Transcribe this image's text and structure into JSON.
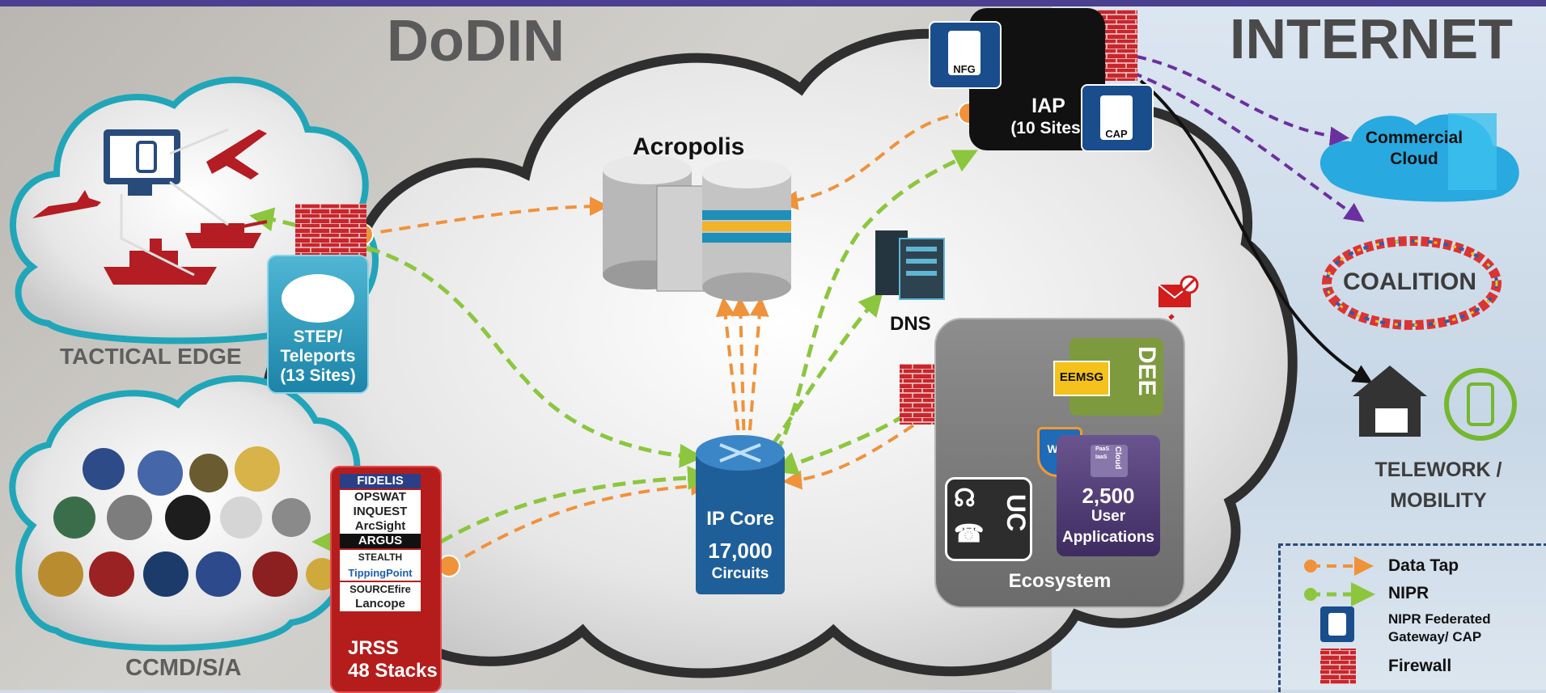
{
  "titles": {
    "dodin": "DoDIN",
    "internet": "INTERNET"
  },
  "nodes": {
    "tactical_edge": "TACTICAL EDGE",
    "ccmd": "CCMD/S/A",
    "step": [
      "STEP/",
      "Teleports",
      "(13 Sites)"
    ],
    "acropolis": "Acropolis",
    "dns": "DNS",
    "iap": [
      "IAP",
      "(10 Sites)"
    ],
    "nfg_badge": "NFG",
    "cap_badge": "CAP",
    "ip_core": [
      "IP Core",
      "17,000",
      "Circuits"
    ],
    "ecosystem": "Ecosystem",
    "eemsg": "EEMSG",
    "dee": "DEE",
    "waf": "WAF",
    "uc": "UC",
    "apps": [
      "2,500",
      "User",
      "Applications"
    ],
    "apps_cloud": "Cloud",
    "apps_paas": "PaaS",
    "apps_iaas": "IaaS",
    "jrss": [
      "JRSS",
      "48 Stacks"
    ],
    "commercial_cloud": [
      "Commercial",
      "Cloud"
    ],
    "coalition": "COALITION",
    "telework": [
      "TELEWORK /",
      "MOBILITY"
    ]
  },
  "vendors": [
    "FIDELIS",
    "OPSWAT",
    "INQUEST",
    "ArcSight",
    "ARGUS",
    "STEALTH WATCH",
    "TippingPoint",
    "SOURCEfire",
    "Lancope"
  ],
  "legend": {
    "data_tap": "Data Tap",
    "nipr": "NIPR",
    "gateway": [
      "NIPR Federated",
      "Gateway/ CAP"
    ],
    "firewall": "Firewall"
  },
  "colors": {
    "data_tap": "#f0923a",
    "nipr": "#8cc63f",
    "internet_link": "#6b2fa0",
    "firewall": "#c8262c",
    "gateway": "#1a4d8c",
    "step": "#2596be",
    "ip_core": "#1f5f99",
    "jrss": "#b51d1d",
    "iap": "#111111"
  },
  "icons": [
    "computer-icon",
    "jet-icon",
    "drone-icon",
    "tank-icon",
    "ship-icon",
    "satellite-dish-icon",
    "database-icon",
    "server-rack-icon",
    "firewall-icon",
    "envelope-icon",
    "house-icon",
    "mobile-gear-icon",
    "headset-icon",
    "phone-icon",
    "shield-icon"
  ]
}
